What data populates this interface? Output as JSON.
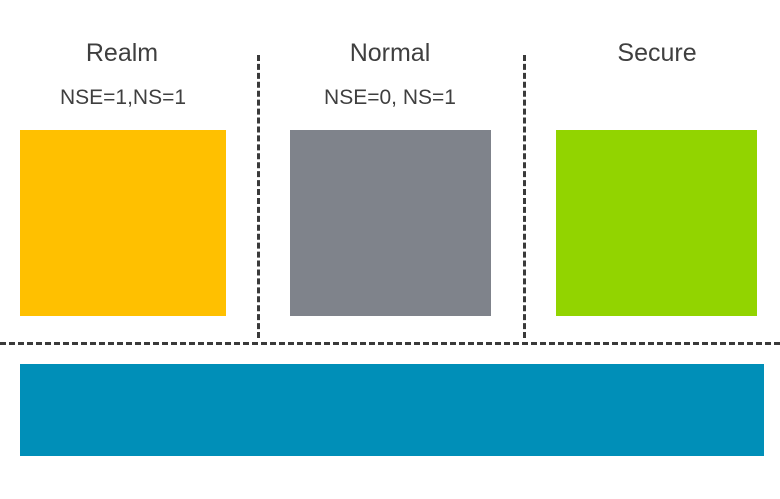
{
  "worlds": [
    {
      "title": "Realm",
      "subtitle": "NSE=1,NS=1",
      "color": "#ffc000"
    },
    {
      "title": "Normal",
      "subtitle": "NSE=0, NS=1",
      "color": "#7f838b"
    },
    {
      "title": "Secure",
      "subtitle": "",
      "color": "#92d400"
    }
  ],
  "base_bar": {
    "color": "#008fb8"
  }
}
